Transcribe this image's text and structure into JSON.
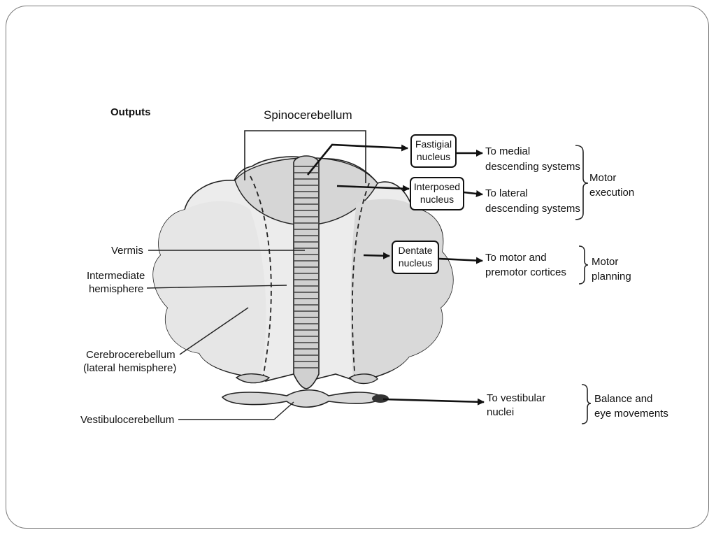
{
  "diagram": {
    "heading": "Outputs",
    "spinocerebellum": "Spinocerebellum",
    "regions": {
      "vermis": "Vermis",
      "intermediate": [
        "Intermediate",
        "hemisphere"
      ],
      "cerebrocerebellum": [
        "Cerebrocerebellum",
        "(lateral hemisphere)"
      ],
      "vestibulocerebellum": "Vestibulocerebellum"
    },
    "nuclei": {
      "fastigial": [
        "Fastigial",
        "nucleus"
      ],
      "interposed": [
        "Interposed",
        "nucleus"
      ],
      "dentate": [
        "Dentate",
        "nucleus"
      ]
    },
    "targets": {
      "medial": [
        "To medial",
        "descending systems"
      ],
      "lateral": [
        "To lateral",
        "descending systems"
      ],
      "cortices": [
        "To motor and",
        "premotor cortices"
      ],
      "vestibular": [
        "To vestibular",
        "nuclei"
      ]
    },
    "functions": {
      "execution": [
        "Motor",
        "execution"
      ],
      "planning": [
        "Motor",
        "planning"
      ],
      "balance": [
        "Balance and",
        "eye movements"
      ]
    }
  }
}
